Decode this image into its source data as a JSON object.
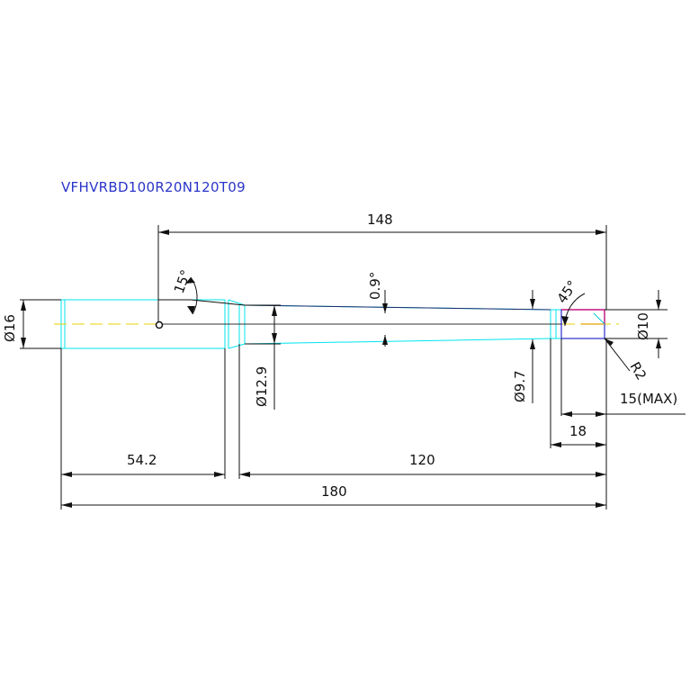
{
  "drawing": {
    "part_code": "VFHVRBD100R20N120T09",
    "dimensions": {
      "overall_148": "148",
      "angle_15": "15°",
      "taper_angle": "0.9°",
      "chamfer_45": "45°",
      "dia_16": "Ø16",
      "dia_12_9": "Ø12.9",
      "dia_9_7": "Ø9.7",
      "dia_10": "Ø10",
      "radius_2": "R2",
      "max_15": "15(MAX)",
      "len_18": "18",
      "len_54_2": "54.2",
      "len_120": "120",
      "total_180": "180"
    },
    "colors": {
      "outline": "#00e5ee",
      "dimension": "#111111",
      "title": "#2a35c8",
      "centerline": "#e8d000",
      "tip_box": "#2b2bd0",
      "tip_accent": "#d0006a"
    }
  }
}
